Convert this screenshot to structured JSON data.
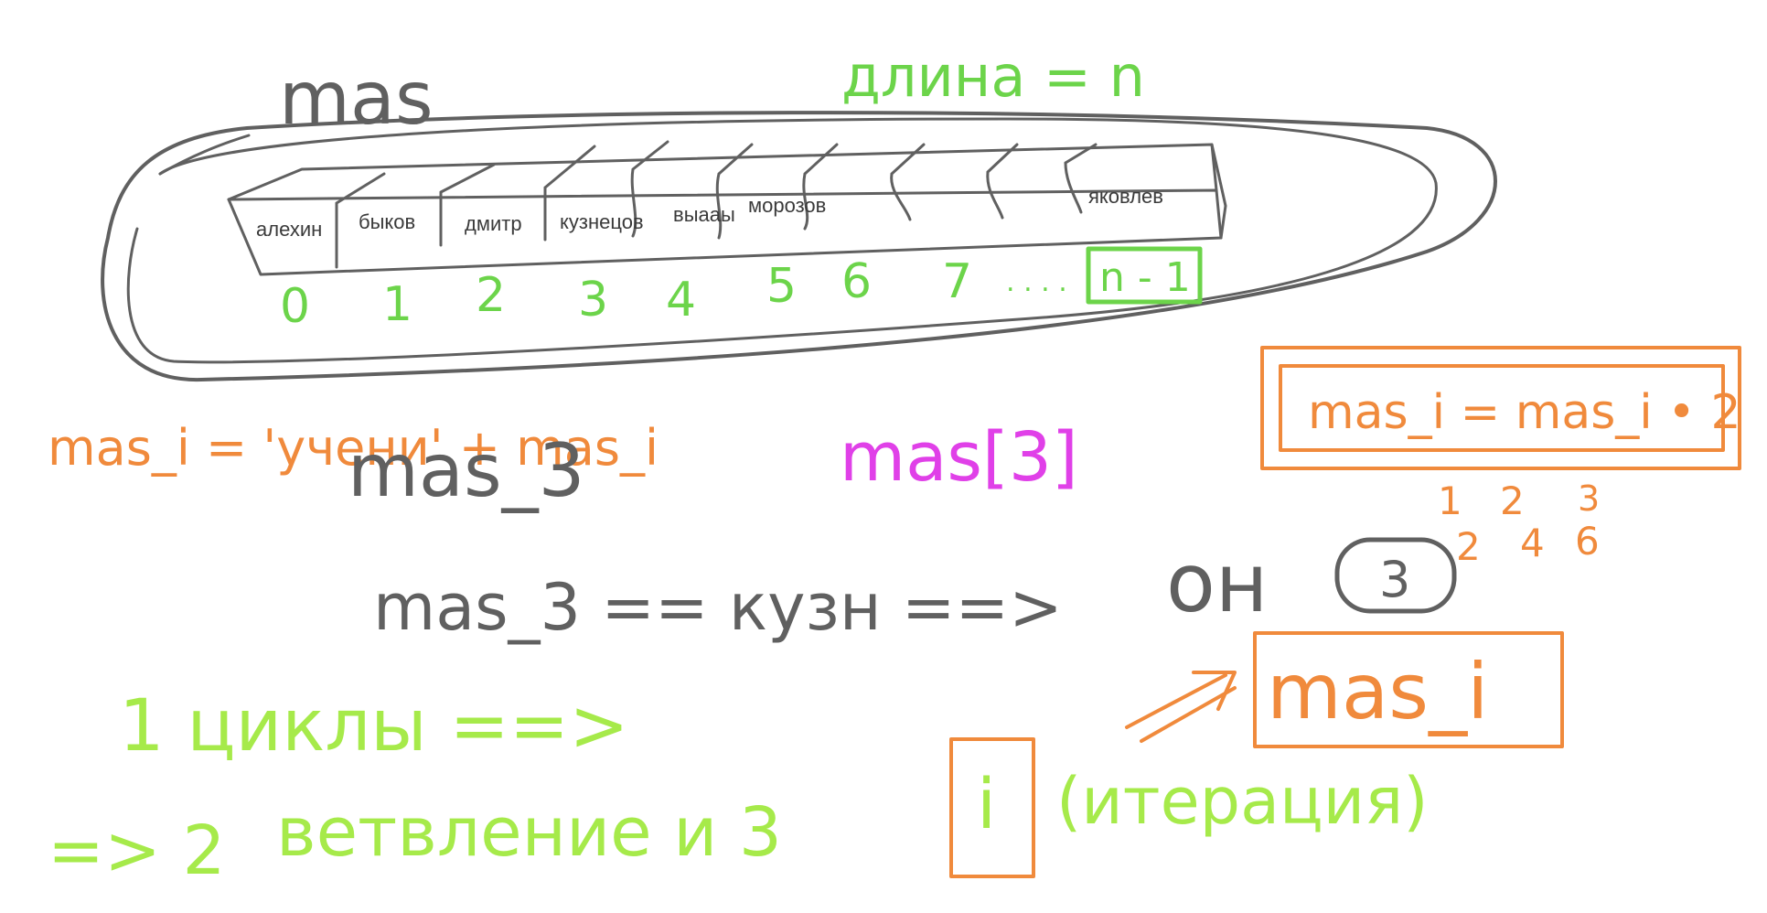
{
  "colors": {
    "gray": "#606060",
    "green": "#6cd44a",
    "lime": "#a6ea4a",
    "orange": "#f08a3c",
    "magenta": "#e040e8"
  },
  "array_label": "mas",
  "length_label": "длина = n",
  "cells": [
    "алехин",
    "быков",
    "дмитр",
    "кузнецов",
    "выааы",
    "морозов",
    "",
    "",
    "",
    "",
    "яковлев"
  ],
  "indices": [
    "0",
    "1",
    "2",
    "3",
    "4",
    "5",
    "6",
    "7",
    ". . . .",
    "n - 1"
  ],
  "notes": {
    "orange_formula": "mas_i = 'учени' + mas_i",
    "mas_3": "mas_3",
    "mas_bracket": "mas[3]",
    "boxed_formula": "mas_i = mas_i • 2",
    "sequence_top": [
      "1",
      "2",
      "3"
    ],
    "sequence_bottom": [
      "2",
      "4",
      "6"
    ],
    "comparison": "mas_3 == кузн ==>",
    "he_label": "он",
    "circled_number": "3",
    "mas_i_boxed": "mas_i",
    "line1": "1 циклы ==>",
    "line2_prefix": "=> 2",
    "line2_middle": "ветвление и 3",
    "line2_box": "i",
    "line2_suffix": "(итерация)"
  }
}
